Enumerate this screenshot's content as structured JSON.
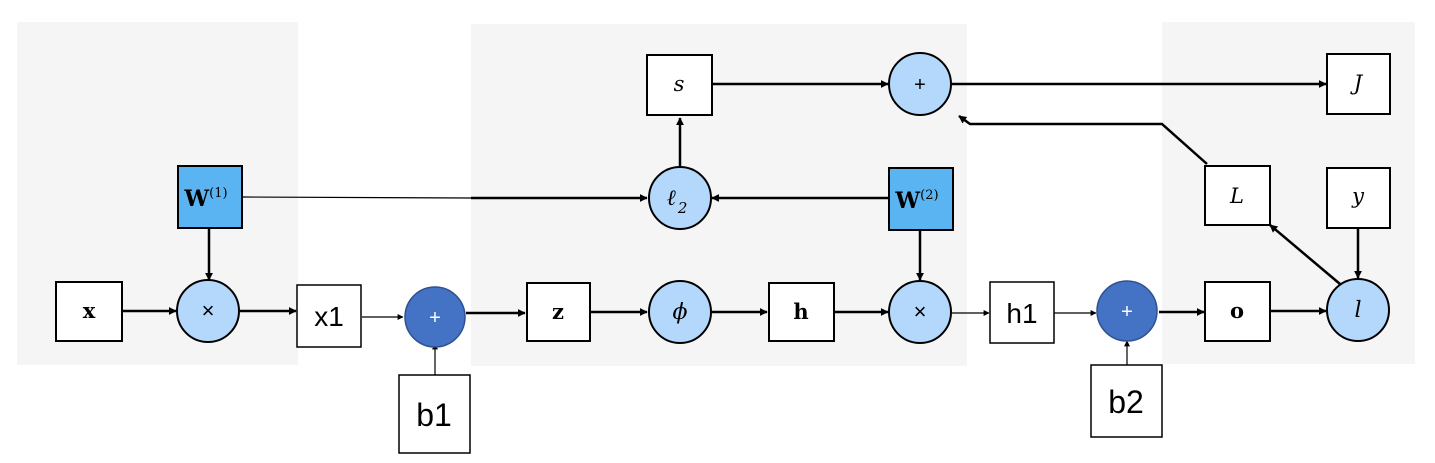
{
  "colors": {
    "panel": "#f5f5f5",
    "node_light": "#b4d8fb",
    "node_dark": "#4472c4",
    "weight_box": "#5ab4f2",
    "stroke": "#000000",
    "white": "#ffffff"
  },
  "nodes": {
    "x": "x",
    "mul1": "×",
    "x1": "x1",
    "plus1": "+",
    "b1": "b1",
    "z": "z",
    "phi": "ϕ",
    "h": "h",
    "mul2": "×",
    "h1": "h1",
    "plus2": "+",
    "b2": "b2",
    "o": "o",
    "l": "l",
    "L": "L",
    "y": "y",
    "J": "J",
    "s": "s",
    "plus_top": "+",
    "l2_main": "ℓ",
    "l2_sub": "2",
    "W1_main": "W",
    "W1_sup": "(1)",
    "W2_main": "W",
    "W2_sup": "(2)"
  }
}
